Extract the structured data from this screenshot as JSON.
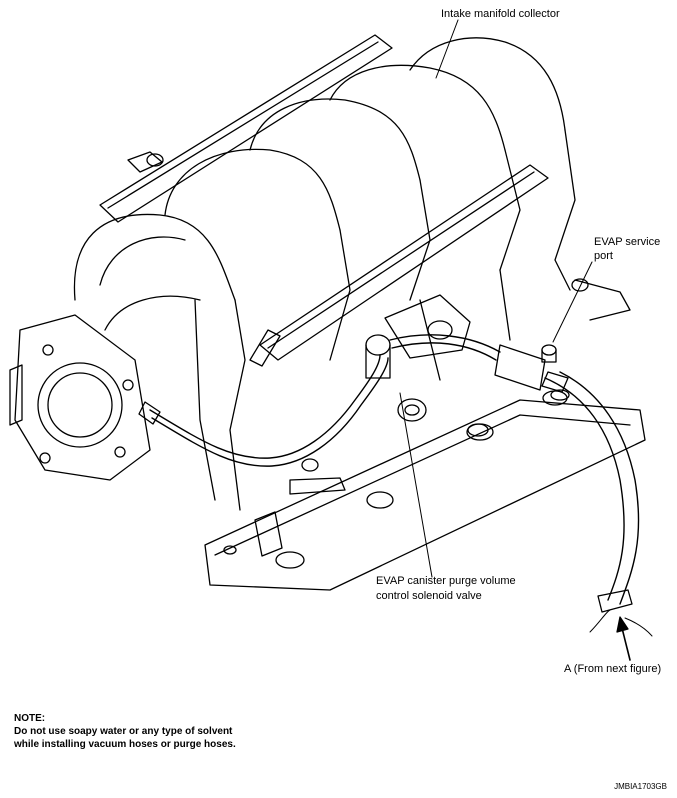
{
  "labels": {
    "collector": "Intake manifold collector",
    "evap_port_line1": "EVAP service",
    "evap_port_line2": "port",
    "solenoid_line1": "EVAP canister purge volume",
    "solenoid_line2": "control solenoid valve",
    "from_next": "A (From next figure)"
  },
  "note": {
    "heading": "NOTE:",
    "line1": "Do not use soapy water or any type of solvent",
    "line2": "while installing vacuum hoses or purge hoses."
  },
  "figure_code": "JMBIA1703GB"
}
